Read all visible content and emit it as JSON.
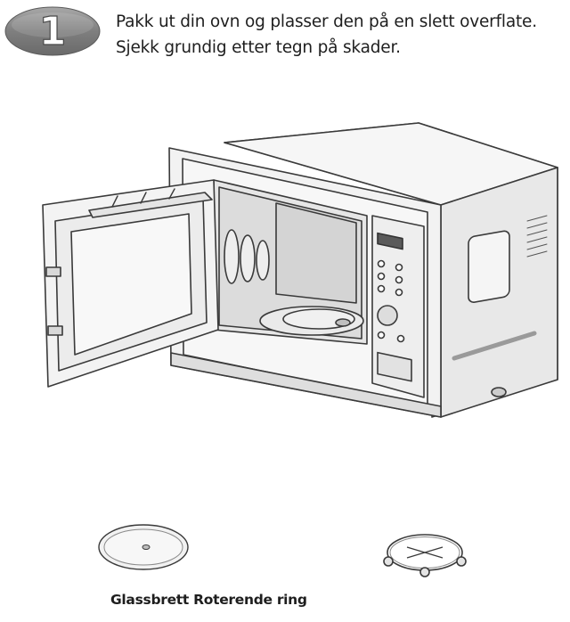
{
  "step": {
    "number": "1",
    "lines": [
      "Pakk ut din ovn og plasser den på en slett overflate.",
      "Sjekk grundig etter tegn på skader."
    ]
  },
  "icons": {
    "step_badge": "numbered-step-badge",
    "oven": "microwave-oven-illustration",
    "tray": "glass-tray-illustration",
    "ring": "rotating-ring-illustration"
  },
  "parts": {
    "caption": "Glassbrett Roterende ring"
  },
  "colors": {
    "badge": "#8a8a8a",
    "line": "#3a3a3a",
    "fill": "#f1f1f1"
  }
}
